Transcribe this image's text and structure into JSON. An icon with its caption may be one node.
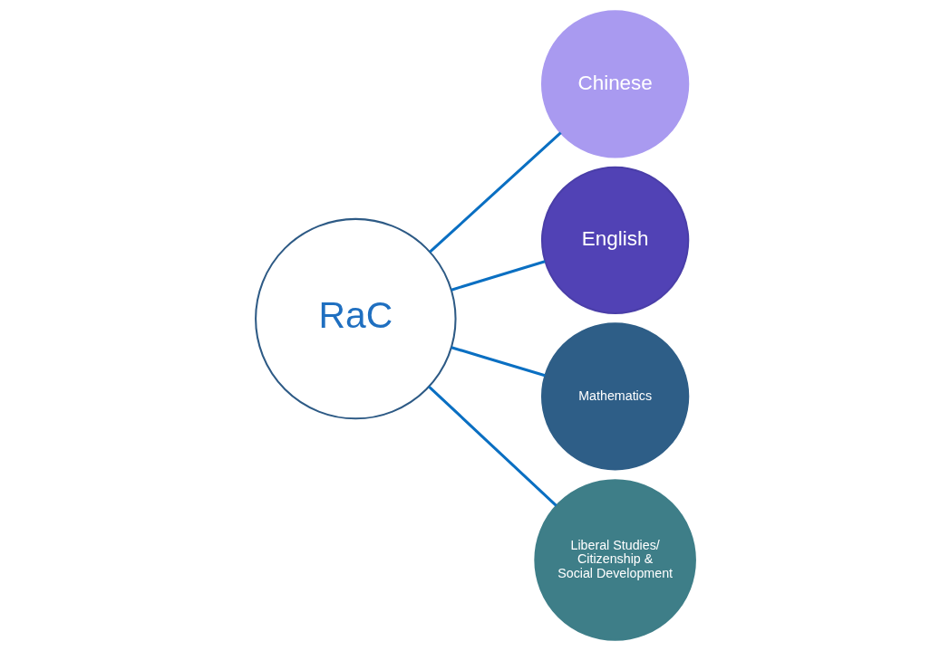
{
  "diagram": {
    "nodes": [
      {
        "text": [
          "RaC"
        ]
      },
      {
        "text": [
          "Chinese"
        ]
      },
      {
        "text": [
          "English"
        ]
      },
      {
        "text": [
          "Mathematics"
        ]
      },
      {
        "text": [
          "Liberal Studies/ Citizenship & Social Development"
        ]
      }
    ],
    "edges": [
      {
        "from": 0,
        "to": 1,
        "arrow": "none"
      },
      {
        "from": 0,
        "to": 2,
        "arrow": "none"
      },
      {
        "from": 0,
        "to": 3,
        "arrow": "none"
      },
      {
        "from": 0,
        "to": 4,
        "arrow": "none"
      }
    ]
  }
}
